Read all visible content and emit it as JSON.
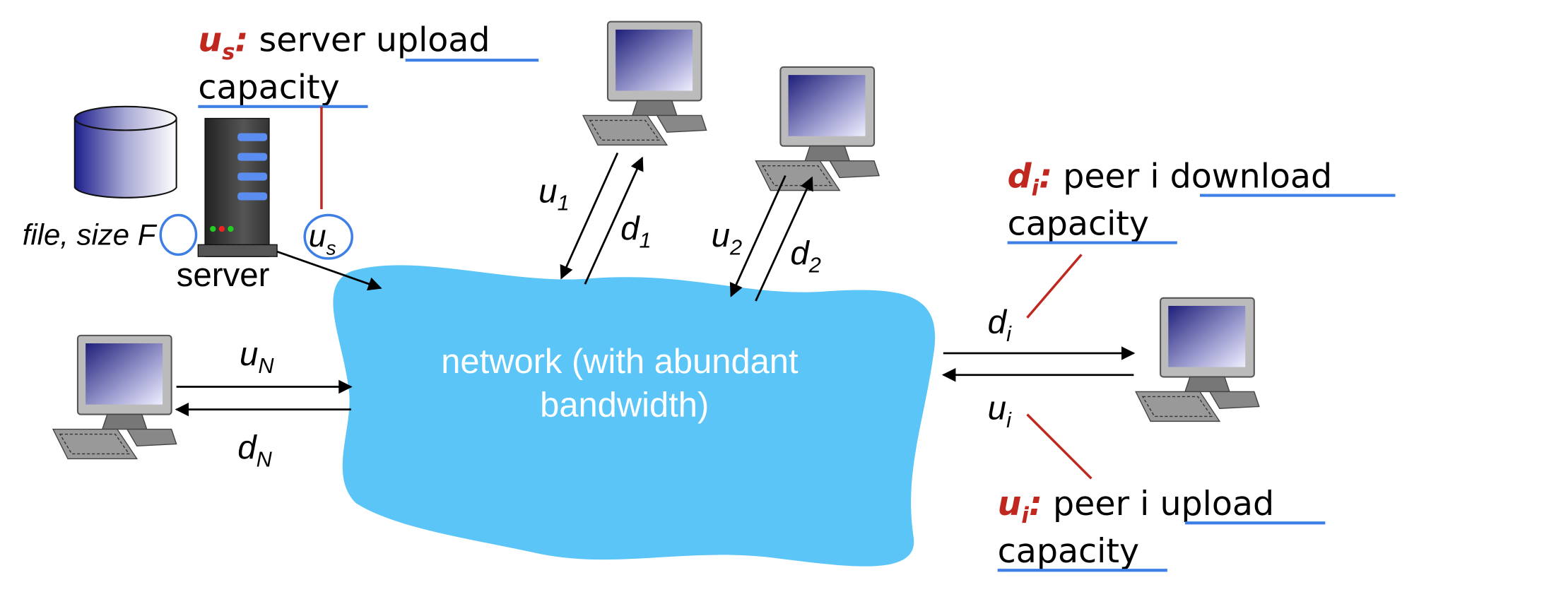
{
  "colors": {
    "network": "#5BC5F8",
    "accent_red": "#C0281F",
    "underline_blue": "#3E7FE6"
  },
  "server_note": {
    "symbol": "u",
    "sub": "s",
    "colon": ":",
    "text": " server upload",
    "line2": "capacity"
  },
  "file": {
    "text": "file, size ",
    "var": "F"
  },
  "server": {
    "label": "server",
    "rate": {
      "base": "u",
      "sub": "s"
    }
  },
  "network": {
    "line1": "network (with abundant",
    "line2": "bandwidth)"
  },
  "links": {
    "u1": {
      "base": "u",
      "sub": "1"
    },
    "d1": {
      "base": "d",
      "sub": "1"
    },
    "u2": {
      "base": "u",
      "sub": "2"
    },
    "d2": {
      "base": "d",
      "sub": "2"
    },
    "uN": {
      "base": "u",
      "sub": "N"
    },
    "dN": {
      "base": "d",
      "sub": "N"
    },
    "di": {
      "base": "d",
      "sub": "i"
    },
    "ui": {
      "base": "u",
      "sub": "i"
    }
  },
  "download_note": {
    "symbol": "d",
    "sub": "i",
    "colon": ":",
    "text": " peer i download",
    "line2": "capacity"
  },
  "upload_note": {
    "symbol": "u",
    "sub": "i",
    "colon": ":",
    "text": " peer i upload",
    "line2": "capacity"
  },
  "icons": [
    "database-icon",
    "server-icon",
    "computer-icon"
  ]
}
